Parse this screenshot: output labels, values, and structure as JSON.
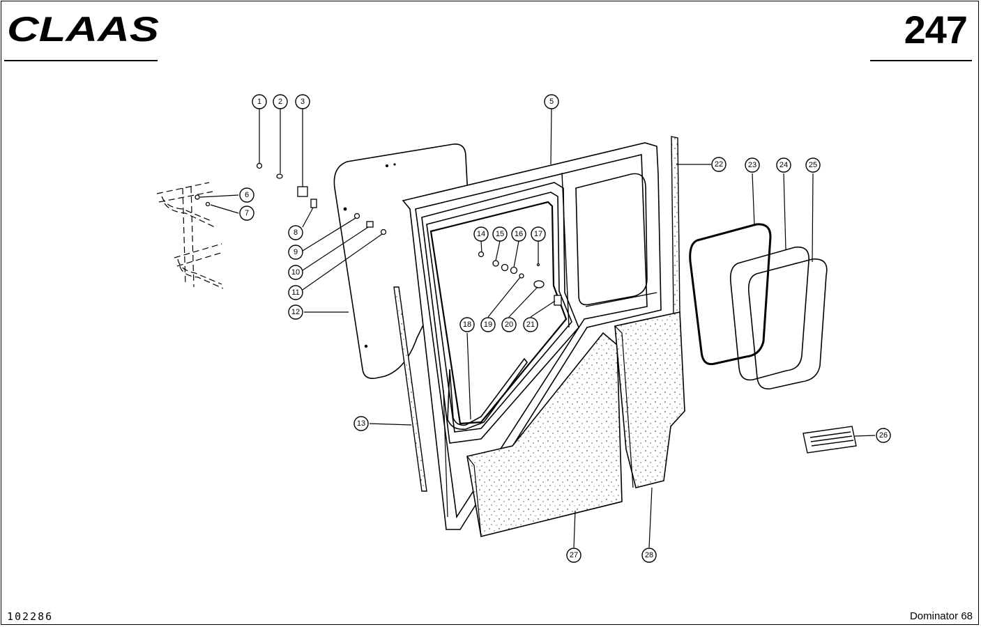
{
  "header": {
    "brand": "CLAAS",
    "page_number": "247"
  },
  "footer": {
    "drawing_number": "102286",
    "model": "Dominator 68"
  },
  "callouts": [
    "1",
    "2",
    "3",
    "5",
    "6",
    "7",
    "8",
    "9",
    "10",
    "11",
    "12",
    "13",
    "14",
    "15",
    "16",
    "17",
    "18",
    "19",
    "20",
    "21",
    "22",
    "23",
    "24",
    "25",
    "26",
    "27",
    "28"
  ]
}
